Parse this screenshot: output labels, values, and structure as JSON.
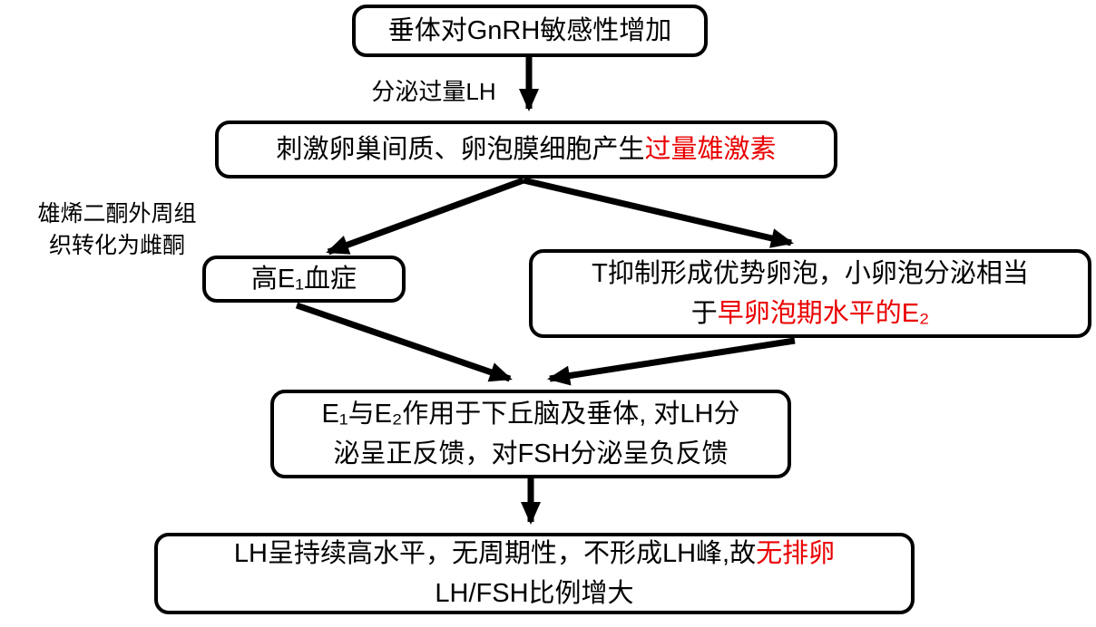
{
  "colors": {
    "accent_red": "#ea0000",
    "ink": "#000000",
    "background": "#ffffff"
  },
  "flowchart": {
    "boxes": {
      "pituitary": {
        "text": "垂体对GnRH敏感性增加"
      },
      "stimulate": {
        "text_black": "刺激卵巢间质、卵泡膜细胞产生",
        "text_red": "过量雄激素"
      },
      "high_e1": {
        "text": "高E₁血症"
      },
      "t_inhibit": {
        "line1": "T抑制形成优势卵泡，小卵泡分泌相当",
        "line2_black": "于",
        "line2_red": "早卵泡期水平的E₂"
      },
      "feedback": {
        "line1": "E₁与E₂作用于下丘脑及垂体, 对LH分",
        "line2": "泌呈正反馈，对FSH分泌呈负反馈"
      },
      "result": {
        "line1_black": "LH呈持续高水平，无周期性，不形成LH峰,故",
        "line1_red": "无排卵",
        "line2": "LH/FSH比例增大"
      }
    },
    "labels": {
      "lh_secretion": "分泌过量LH",
      "peripheral_line1": "雄烯二酮外周组",
      "peripheral_line2": "织转化为雌酮"
    }
  }
}
